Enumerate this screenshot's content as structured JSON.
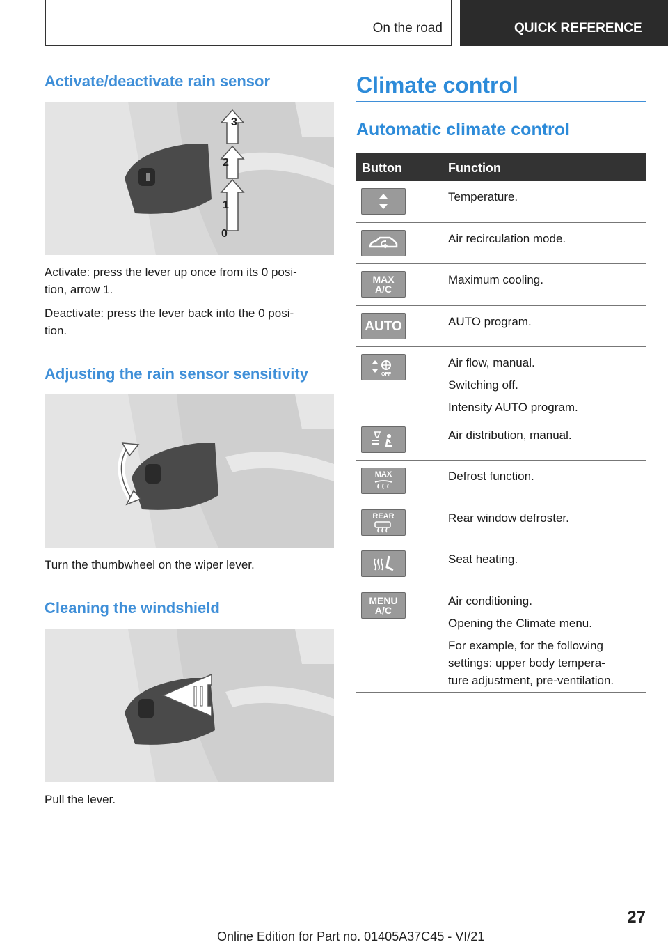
{
  "header": {
    "section": "On the road",
    "tab": "QUICK REFERENCE"
  },
  "left": {
    "s1_title": "Activate/deactivate rain sensor",
    "s1_p1a": "Activate: press the lever up once from its 0 posi-",
    "s1_p1b": "tion, arrow 1.",
    "s1_p2a": "Deactivate: press the lever back into the 0 posi-",
    "s1_p2b": "tion.",
    "fig1_labels": [
      "3",
      "2",
      "1",
      "0"
    ],
    "s2_title": "Adjusting the rain sensor sensitivity",
    "s2_p1": "Turn the thumbwheel on the wiper lever.",
    "s3_title": "Cleaning the windshield",
    "s3_p1": "Pull the lever."
  },
  "right": {
    "title": "Climate control",
    "subtitle": "Automatic climate control",
    "col_button": "Button",
    "col_function": "Function",
    "rows": [
      {
        "icon": "temperature-arrows-icon",
        "lines": [
          "Temperature."
        ]
      },
      {
        "icon": "car-recirculation-icon",
        "lines": [
          "Air recirculation mode."
        ]
      },
      {
        "icon": "max-ac-button",
        "button_text": [
          "MAX",
          "A/C"
        ],
        "lines": [
          "Maximum cooling."
        ]
      },
      {
        "icon": "auto-button",
        "button_text": [
          "AUTO"
        ],
        "lines": [
          "AUTO program."
        ]
      },
      {
        "icon": "fan-arrows-off-icon",
        "lines": [
          "Air flow, manual.",
          "Switching off.",
          "Intensity AUTO program."
        ]
      },
      {
        "icon": "air-distribution-icon",
        "lines": [
          "Air distribution, manual."
        ]
      },
      {
        "icon": "max-defrost-icon",
        "button_text": [
          "MAX"
        ],
        "lines": [
          "Defrost function."
        ]
      },
      {
        "icon": "rear-defrost-icon",
        "button_text": [
          "REAR"
        ],
        "lines": [
          "Rear window defroster."
        ]
      },
      {
        "icon": "seat-heating-icon",
        "lines": [
          "Seat heating."
        ]
      },
      {
        "icon": "menu-ac-button",
        "button_text": [
          "MENU",
          "A/C"
        ],
        "lines": [
          "Air conditioning.",
          "Opening the Climate menu.",
          "For example, for the following settings: upper body tempera-ture adjustment, pre-ventilation."
        ]
      }
    ],
    "last_row_lines": [
      "For example, for the following",
      "settings: upper body tempera-",
      "ture adjustment, pre-ventilation."
    ]
  },
  "footer": {
    "page": "27",
    "edition": "Online Edition for Part no. 01405A37C45 - VI/21"
  },
  "colors": {
    "heading_blue": "#2d8bd9",
    "table_header": "#333333",
    "icon_button_gray": "#9a9a9a"
  }
}
